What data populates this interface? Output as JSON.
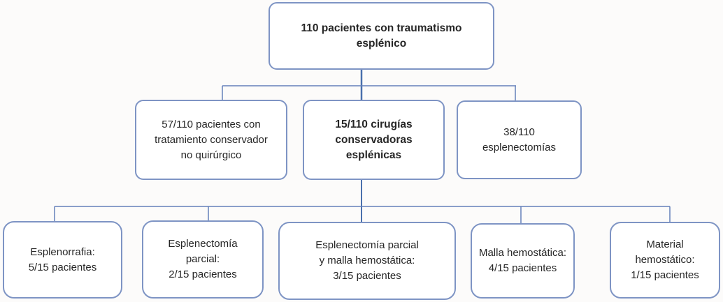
{
  "figure": {
    "type": "flowchart",
    "description": "Flujo de pacientes con traumatismo esplénico"
  },
  "nodes": {
    "root": {
      "lines": [
        "110 pacientes con traumatismo",
        "esplénico"
      ]
    },
    "conservador": {
      "lines": [
        "57/110 pacientes con",
        "tratamiento conservador",
        "no quirúrgico"
      ]
    },
    "cirugias": {
      "lines": [
        "15/110 cirugías",
        "conservadoras",
        "esplénicas"
      ]
    },
    "esplenectomias": {
      "lines": [
        "38/110",
        "esplenectomías"
      ]
    },
    "esplenorrafia": {
      "lines": [
        "Esplenorrafia:",
        "5/15 pacientes"
      ]
    },
    "parcial": {
      "lines": [
        "Esplenectomía",
        "parcial:",
        "2/15 pacientes"
      ]
    },
    "parcial_malla": {
      "lines": [
        "Esplenectomía parcial",
        "y malla hemostática:",
        "3/15 pacientes"
      ]
    },
    "malla": {
      "lines": [
        "Malla hemostática:",
        "4/15 pacientes"
      ]
    },
    "material": {
      "lines": [
        "Material",
        "hemostático:",
        "1/15 pacientes"
      ]
    }
  },
  "colors": {
    "box_border": "#7e94c4",
    "connector": "#6480ba",
    "trunk": "#4a70ad",
    "text": "#262626",
    "background": "#fcfbfa"
  }
}
